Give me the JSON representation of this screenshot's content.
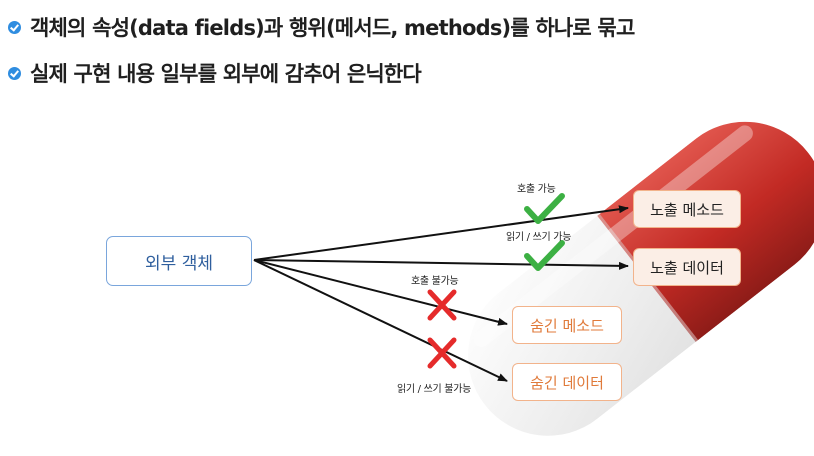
{
  "bullets": [
    "객체의 속성(data fields)과 행위(메서드, methods)를 하나로 묶고",
    "실제 구현 내용 일부를 외부에 감추어 은닉한다"
  ],
  "diagram": {
    "outer_object": "외부 객체",
    "exposed_method": "노출 메소드",
    "exposed_data": "노출 데이터",
    "hidden_method": "숨긴 메소드",
    "hidden_data": "숨긴 데이터",
    "label_call_allowed": "호출 가능",
    "label_rw_allowed": "읽기 / 쓰기 가능",
    "label_call_denied": "호출 불가능",
    "label_rw_denied": "읽기 / 쓰기 불가능"
  },
  "colors": {
    "bullet_icon": "#2f8de0",
    "capsule_red": "#c8322c",
    "capsule_white": "#f2f2f2",
    "check_green": "#3cb043",
    "cross_red": "#e52b2b",
    "outer_border": "#7aa6dc",
    "box_border": "#f2b38b"
  }
}
